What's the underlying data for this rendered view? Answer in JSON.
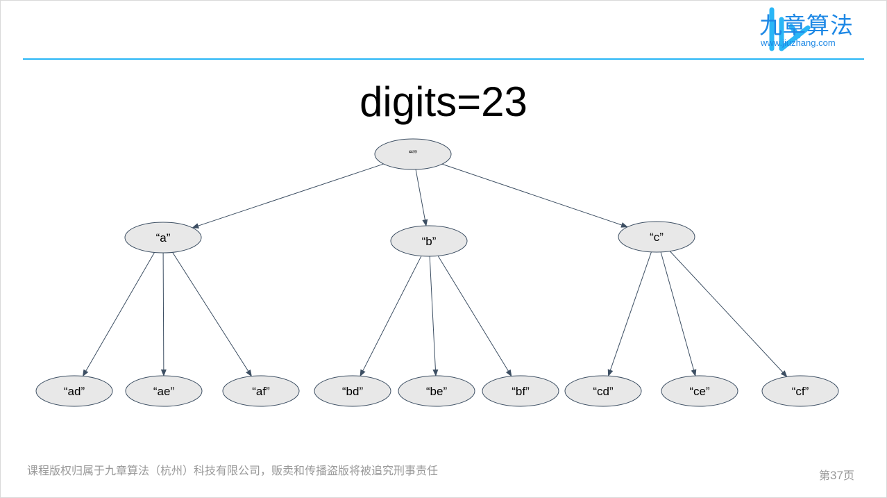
{
  "header": {
    "logo_text": "九章算法",
    "logo_url": "www.jiuzhang.com",
    "accent_color": "#29b6f6"
  },
  "title": "digits=23",
  "tree": {
    "root": {
      "label": "“”"
    },
    "level1": [
      {
        "label": "“a”",
        "children": [
          "“ad”",
          "“ae”",
          "“af”"
        ]
      },
      {
        "label": "“b”",
        "children": [
          "“bd”",
          "“be”",
          "“bf”"
        ]
      },
      {
        "label": "“c”",
        "children": [
          "“cd”",
          "“ce”",
          "“cf”"
        ]
      }
    ],
    "node_fill": "#e8e8e8",
    "edge_color": "#3d4f63"
  },
  "footer": {
    "copyright": "课程版权归属于九章算法（杭州）科技有限公司，贩卖和传播盗版将被追究刑事责任",
    "page_prefix": "第",
    "page_number": "37",
    "page_suffix": "页"
  }
}
